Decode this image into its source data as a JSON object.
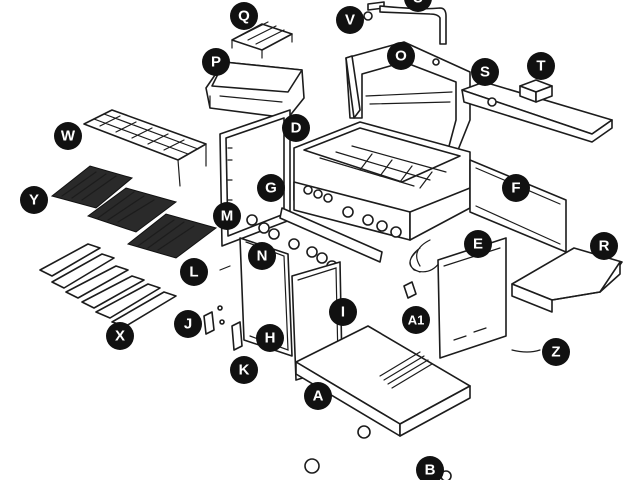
{
  "labels": {
    "Q": "Q",
    "V": "V",
    "U": "U",
    "O": "O",
    "P": "P",
    "S": "S",
    "T": "T",
    "W": "W",
    "D": "D",
    "G": "G",
    "F": "F",
    "Y": "Y",
    "M": "M",
    "E": "E",
    "R": "R",
    "N": "N",
    "L": "L",
    "A1": "A1",
    "J": "J",
    "I": "I",
    "X": "X",
    "H": "H",
    "Z": "Z",
    "K": "K",
    "A": "A",
    "B": "B"
  }
}
